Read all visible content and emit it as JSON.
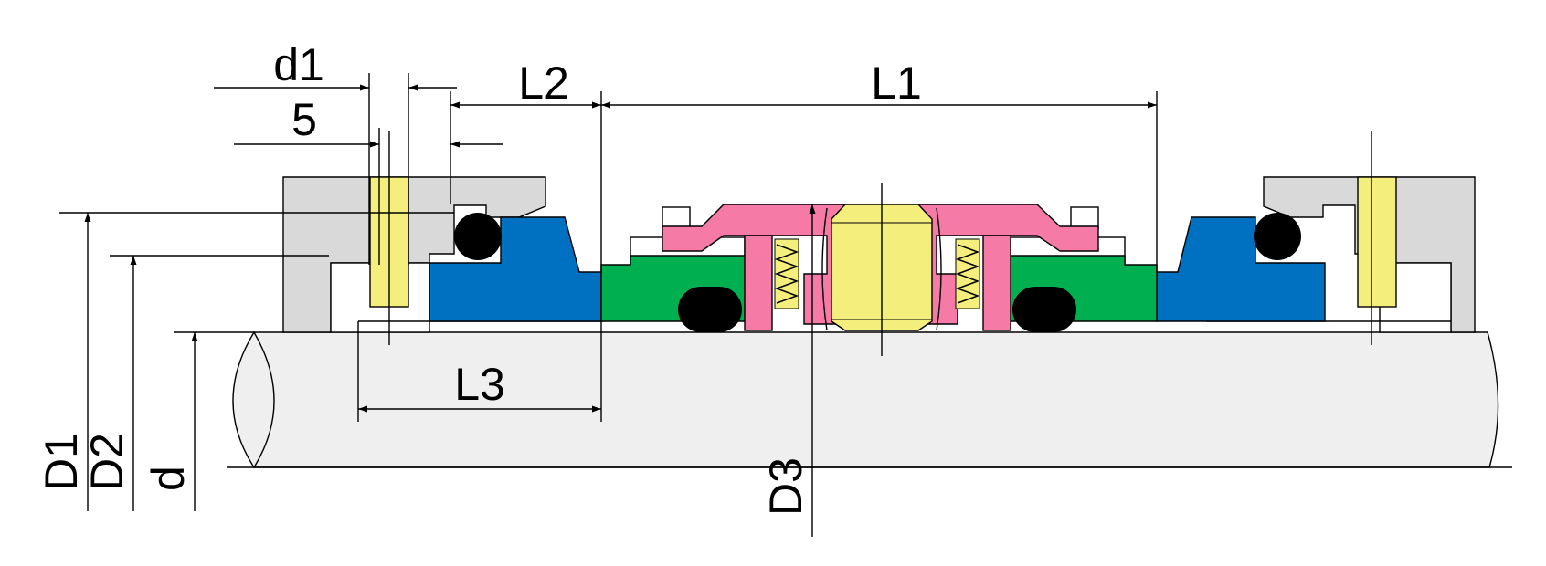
{
  "labels": {
    "d1": "d1",
    "five": "5",
    "l2": "L2",
    "l1": "L1",
    "l3": "L3",
    "D1": "D1",
    "D2": "D2",
    "d": "d",
    "D3": "D3"
  },
  "colors": {
    "gland_gray": "#d9d9d9",
    "shaft": "#efefef",
    "pin_yellow": "#f4ef7c",
    "seat_blue": "#0070c0",
    "collar_green": "#00b050",
    "spring_pink": "#f67aa6",
    "oring_black": "#000000"
  }
}
